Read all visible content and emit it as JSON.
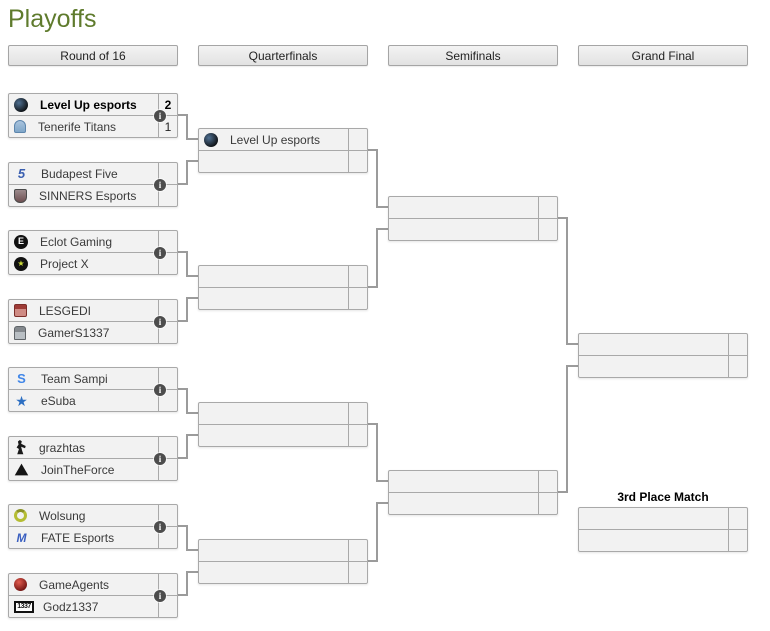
{
  "title": "Playoffs",
  "rounds": [
    {
      "label": "Round of 16"
    },
    {
      "label": "Quarterfinals"
    },
    {
      "label": "Semifinals"
    },
    {
      "label": "Grand Final"
    }
  ],
  "icons": {
    "info_glyph": "i"
  },
  "colors": {
    "title_green": "#5f7b2d",
    "row_bg": "#f2f2f2",
    "box_border": "#a9a9a9",
    "connector": "#9b9b9b",
    "info_icon_bg": "#4d4d4d",
    "budapest_five_blue": "#3a5fb0",
    "team_sampi_blue": "#4086e8",
    "esuba_blue": "#2d6fc2",
    "fate_blue": "#3a5fc0",
    "project_x_accent": "#cddc39",
    "wolsung_green": "#b5bd33"
  },
  "bracket": {
    "r16": [
      {
        "teams": [
          {
            "name": "Level Up esports",
            "score": "2",
            "winner": true,
            "logo_glyph": ""
          },
          {
            "name": "Tenerife Titans",
            "score": "1",
            "winner": false,
            "logo_glyph": ""
          }
        ]
      },
      {
        "teams": [
          {
            "name": "Budapest Five",
            "score": "",
            "logo_glyph": "5"
          },
          {
            "name": "SINNERS Esports",
            "score": "",
            "logo_glyph": ""
          }
        ]
      },
      {
        "teams": [
          {
            "name": "Eclot Gaming",
            "score": "",
            "logo_glyph": "E"
          },
          {
            "name": "Project X",
            "score": "",
            "logo_glyph": "★"
          }
        ]
      },
      {
        "teams": [
          {
            "name": "LESGEDI",
            "score": "",
            "logo_glyph": ""
          },
          {
            "name": "GamerS1337",
            "score": "",
            "logo_glyph": ""
          }
        ]
      },
      {
        "teams": [
          {
            "name": "Team Sampi",
            "score": "",
            "logo_glyph": "S"
          },
          {
            "name": "eSuba",
            "score": "",
            "logo_glyph": "★"
          }
        ]
      },
      {
        "teams": [
          {
            "name": "grazhtas",
            "score": "",
            "logo_glyph": ""
          },
          {
            "name": "JoinTheForce",
            "score": "",
            "logo_glyph": ""
          }
        ]
      },
      {
        "teams": [
          {
            "name": "Wolsung",
            "score": "",
            "logo_glyph": ""
          },
          {
            "name": "FATE Esports",
            "score": "",
            "logo_glyph": "M"
          }
        ]
      },
      {
        "teams": [
          {
            "name": "GameAgents",
            "score": "",
            "logo_glyph": ""
          },
          {
            "name": "Godz1337",
            "score": "",
            "logo_glyph": "1337"
          }
        ]
      }
    ],
    "qf": [
      {
        "teams": [
          {
            "name": "Level Up esports",
            "score": "",
            "logo_glyph": ""
          },
          {
            "name": "",
            "score": ""
          }
        ]
      },
      {
        "teams": [
          {
            "name": "",
            "score": ""
          },
          {
            "name": "",
            "score": ""
          }
        ]
      },
      {
        "teams": [
          {
            "name": "",
            "score": ""
          },
          {
            "name": "",
            "score": ""
          }
        ]
      },
      {
        "teams": [
          {
            "name": "",
            "score": ""
          },
          {
            "name": "",
            "score": ""
          }
        ]
      }
    ],
    "sf": [
      {
        "teams": [
          {
            "name": "",
            "score": ""
          },
          {
            "name": "",
            "score": ""
          }
        ]
      },
      {
        "teams": [
          {
            "name": "",
            "score": ""
          },
          {
            "name": "",
            "score": ""
          }
        ]
      }
    ],
    "gf": {
      "teams": [
        {
          "name": "",
          "score": ""
        },
        {
          "name": "",
          "score": ""
        }
      ]
    },
    "third": {
      "label": "3rd Place Match",
      "teams": [
        {
          "name": "",
          "score": ""
        },
        {
          "name": "",
          "score": ""
        }
      ]
    }
  }
}
